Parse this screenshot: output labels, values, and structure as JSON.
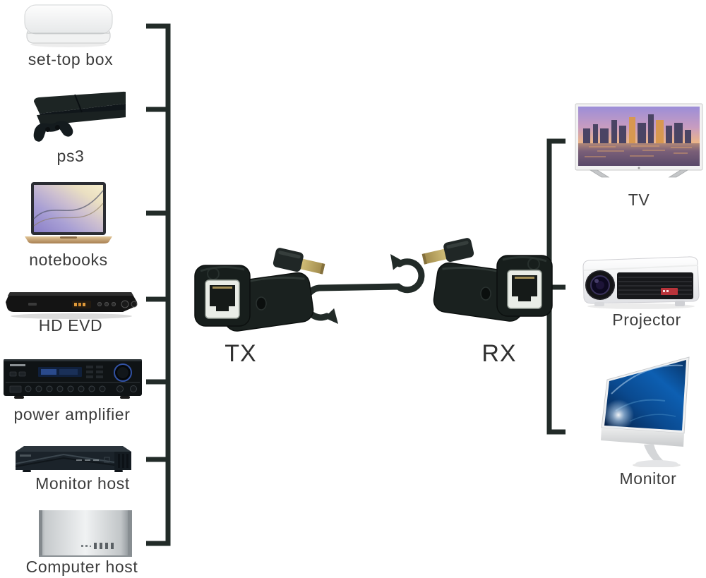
{
  "diagram": {
    "transmitter_label": "TX",
    "receiver_label": "RX",
    "sources": [
      {
        "id": "set-top-box",
        "label": "set-top box"
      },
      {
        "id": "ps3",
        "label": "ps3"
      },
      {
        "id": "notebooks",
        "label": "notebooks"
      },
      {
        "id": "hd-evd",
        "label": "HD EVD"
      },
      {
        "id": "power-amplifier",
        "label": "power amplifier"
      },
      {
        "id": "monitor-host",
        "label": "Monitor host"
      },
      {
        "id": "computer-host",
        "label": "Computer host"
      }
    ],
    "outputs": [
      {
        "id": "tv",
        "label": "TV"
      },
      {
        "id": "projector",
        "label": "Projector"
      },
      {
        "id": "monitor",
        "label": "Monitor"
      }
    ],
    "colors": {
      "line": "#222b28",
      "label_text": "#3b3b3b",
      "background": "#ffffff"
    }
  }
}
